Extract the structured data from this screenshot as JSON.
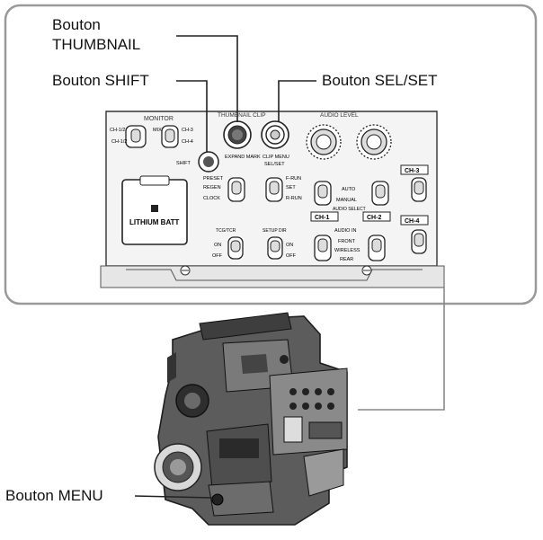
{
  "callouts": {
    "thumbnail_line1": "Bouton",
    "thumbnail_line2": "THUMBNAIL",
    "shift": "Bouton SHIFT",
    "selset": "Bouton SEL/SET",
    "menu": "Bouton MENU"
  },
  "panel": {
    "monitor": "MONITOR",
    "thumbnail_clip": "THUMBNAIL CLIP",
    "audio_level": "AUDIO LEVEL",
    "shift": "SHIFT",
    "expand_mark": "EXPAND MARK",
    "clip_menu": "CLIP MENU",
    "sel_set": "SEL/SET",
    "lithium_batt": "LITHIUM BATT",
    "preset": "PRESET",
    "regen": "REGEN",
    "clock": "CLOCK",
    "f_run": "F-RUN",
    "set": "SET",
    "r_run": "R-RUN",
    "auto": "AUTO",
    "manual": "MANUAL",
    "audio_select": "AUDIO SELECT",
    "ch1": "CH-1",
    "ch2": "CH-2",
    "ch3": "CH-3",
    "ch4": "CH-4",
    "audio_in": "AUDIO IN",
    "front": "FRONT",
    "wireless": "WIRELESS",
    "rear": "REAR",
    "on": "ON",
    "off": "OFF",
    "mon_ch12": "CH-1/2",
    "mon_mix": "MIX",
    "mon_ch12b": "CH-1/2",
    "mon_ch3": "CH-3",
    "mon_ch4": "CH-4",
    "tcg_label": "TCG/TCR",
    "setup_label": "SETUP DIR"
  },
  "colors": {
    "line": "#222222",
    "panel_frame": "#888888",
    "panel_face": "#f2f2f2"
  }
}
